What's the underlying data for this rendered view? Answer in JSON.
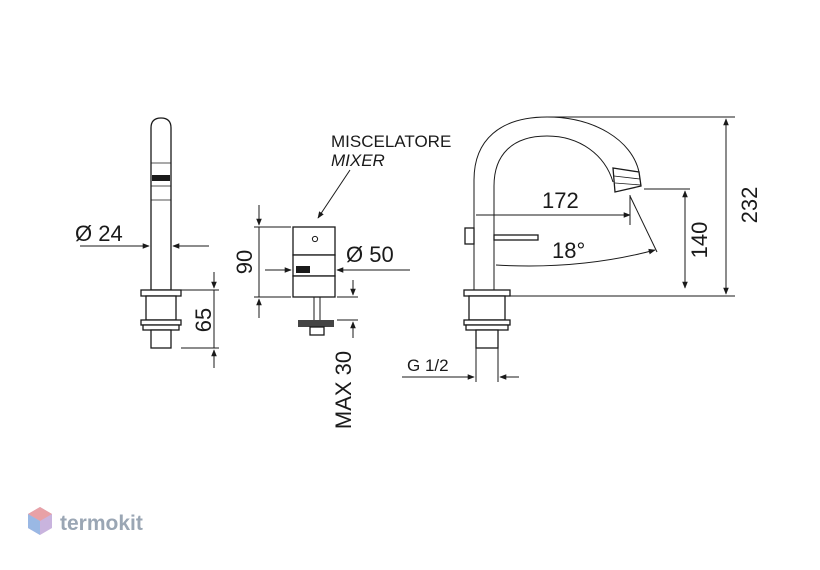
{
  "labels": {
    "mixer_it": "MISCELATORE",
    "mixer_en": "MIXER",
    "dia_spout": "Ø 24",
    "dia_mixer": "Ø 50",
    "height_mixer": "90",
    "height_base": "65",
    "max_thickness": "MAX 30",
    "reach": "172",
    "angle": "18°",
    "spout_height": "140",
    "total_height": "232",
    "thread": "G 1/2"
  },
  "brand": {
    "name": "termokit",
    "colors": [
      "#e8a1a6",
      "#9ab8e4",
      "#c9b4de"
    ]
  }
}
